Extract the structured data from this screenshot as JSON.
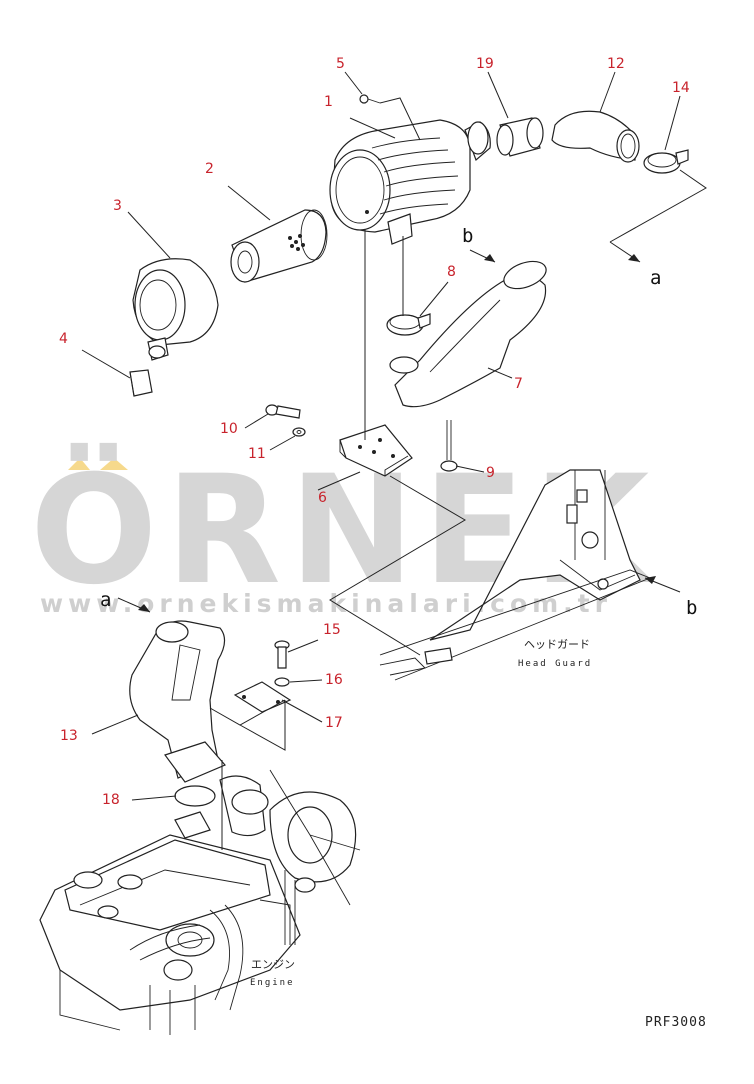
{
  "labels": {
    "a_top": "a",
    "a_bottom": "a",
    "b_top": "b",
    "b_right": "b"
  },
  "parts": [
    {
      "no": "1"
    },
    {
      "no": "2"
    },
    {
      "no": "3"
    },
    {
      "no": "4"
    },
    {
      "no": "5"
    },
    {
      "no": "6"
    },
    {
      "no": "7"
    },
    {
      "no": "8"
    },
    {
      "no": "9"
    },
    {
      "no": "10"
    },
    {
      "no": "11"
    },
    {
      "no": "12"
    },
    {
      "no": "13"
    },
    {
      "no": "14"
    },
    {
      "no": "15"
    },
    {
      "no": "16"
    },
    {
      "no": "17"
    },
    {
      "no": "18"
    },
    {
      "no": "19"
    }
  ],
  "head_guard": {
    "jp": "ヘッドガード",
    "en": "Head Guard"
  },
  "engine": {
    "jp": "エンジン",
    "en": "Engine"
  },
  "drawing_code": "PRF3008",
  "watermark": {
    "brand": "ÖRNEK",
    "url": "www.ornekismakinalari.com.tr"
  },
  "colors": {
    "part_number": "#c8232c",
    "watermark": "#d6d6d6",
    "accent": "#f0c040"
  }
}
